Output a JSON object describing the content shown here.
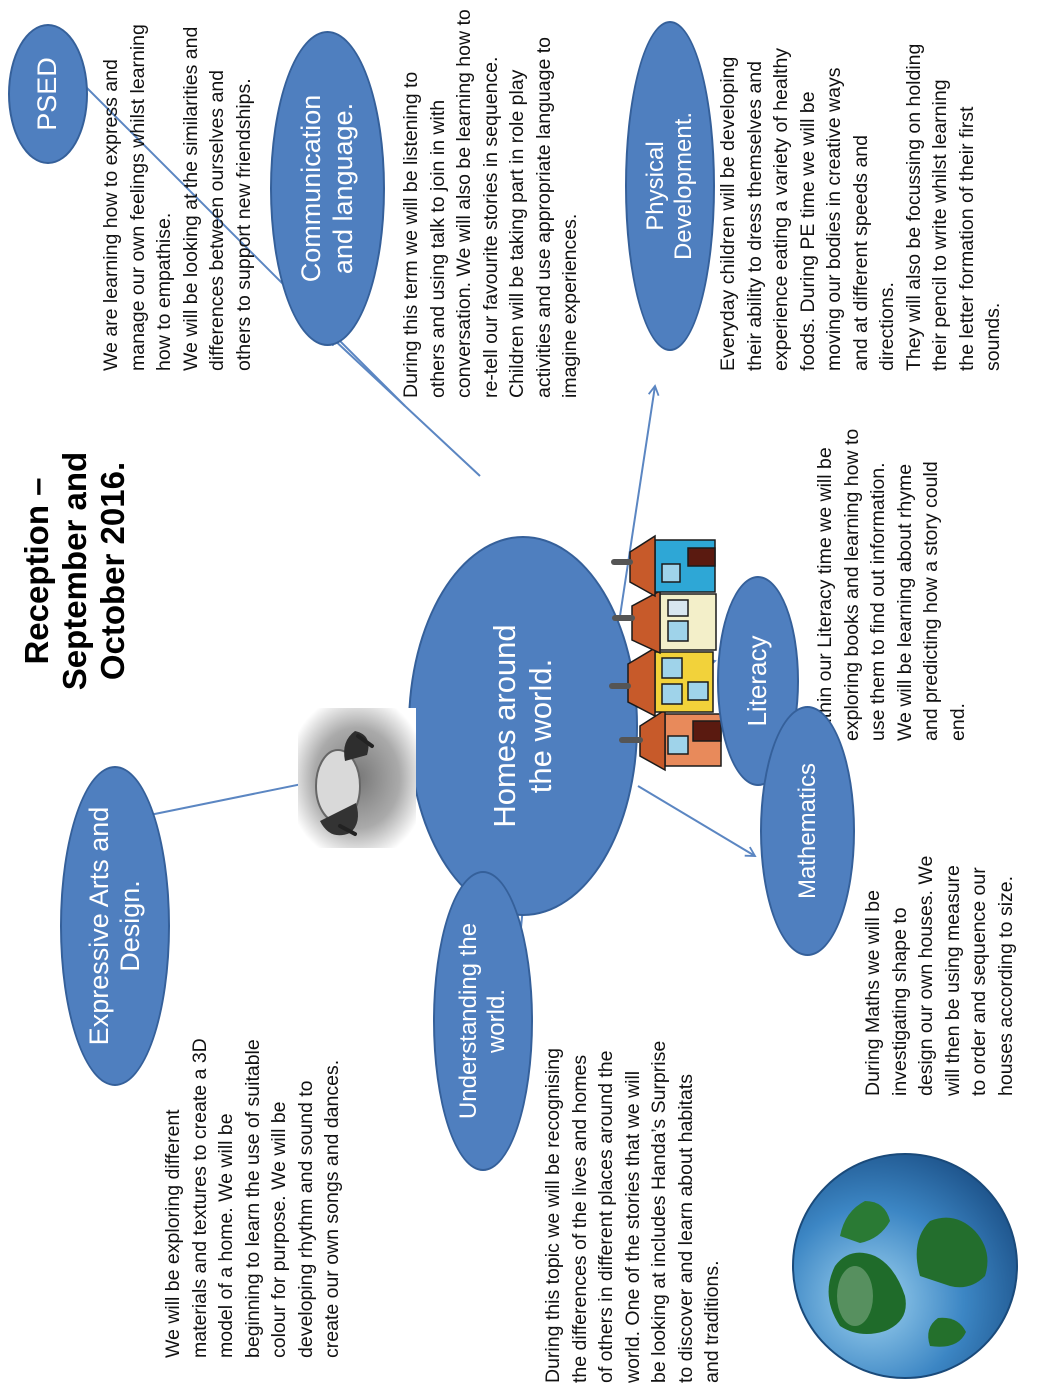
{
  "title": "Reception –\nSeptember and\nOctober 2016.",
  "center": "Homes around\nthe world.",
  "nodes": {
    "psed": "PSED",
    "communication": "Communication\nand language.",
    "physical": "Physical\nDevelopment.",
    "literacy": "Literacy",
    "mathematics": "Mathematics",
    "understanding": "Understanding the\nworld.",
    "expressive": "Expressive Arts and\nDesign."
  },
  "texts": {
    "psed": "We are learning how to express and\nmanage our own feelings whilst learning\nhow to empathise.\nWe will be looking at the similarities and\ndifferences between ourselves and\nothers to support new friendships.",
    "communication": "During this term we will be listening to\nothers and using talk to join in with\nconversation. We will also be learning how to\nre-tell our favourite stories in sequence.\nChildren will be taking part in role play\nactivities and use appropriate language to\nimagine experiences.",
    "physical": "Everyday children will be developing\ntheir ability to dress themselves and\nexperience eating a variety of healthy\nfoods.  During PE time we will be\nmoving  our bodies in creative ways\nand at different speeds and\ndirections.\nThey will also be focussing on holding\ntheir pencil to write whilst learning\nthe letter formation of their first\nsounds.",
    "literacy": "Within our Literacy time we will be\nexploring books and learning how to\nuse them to find out information.\nWe will be learning about rhyme\nand predicting how a story could\nend.",
    "mathematics": "During Maths we will be\ninvestigating shape to\ndesign our own houses. We\nwill then be using measure\nto order and sequence our\nhouses according to size.",
    "understanding": "During this topic we will be recognising\nthe differences of the lives and homes\nof others in different places around the\nworld. One of the stories that we will\nbe looking at includes Handa’s Surprise\nto discover and learn about habitats\nand traditions.",
    "expressive": "We will be exploring different\nmaterials and textures to create a 3D\nmodel of a home. We will be\nbeginning to learn the use of suitable\ncolour for purpose. We will be\ndeveloping rhythm and sound to\ncreate our own songs and dances."
  },
  "colors": {
    "bubble": "#4f7fbf",
    "arrow": "#5b86c2"
  },
  "images": {
    "houses": "houses-illustration",
    "drum": "drum-photo",
    "globe": "globe-illustration"
  }
}
